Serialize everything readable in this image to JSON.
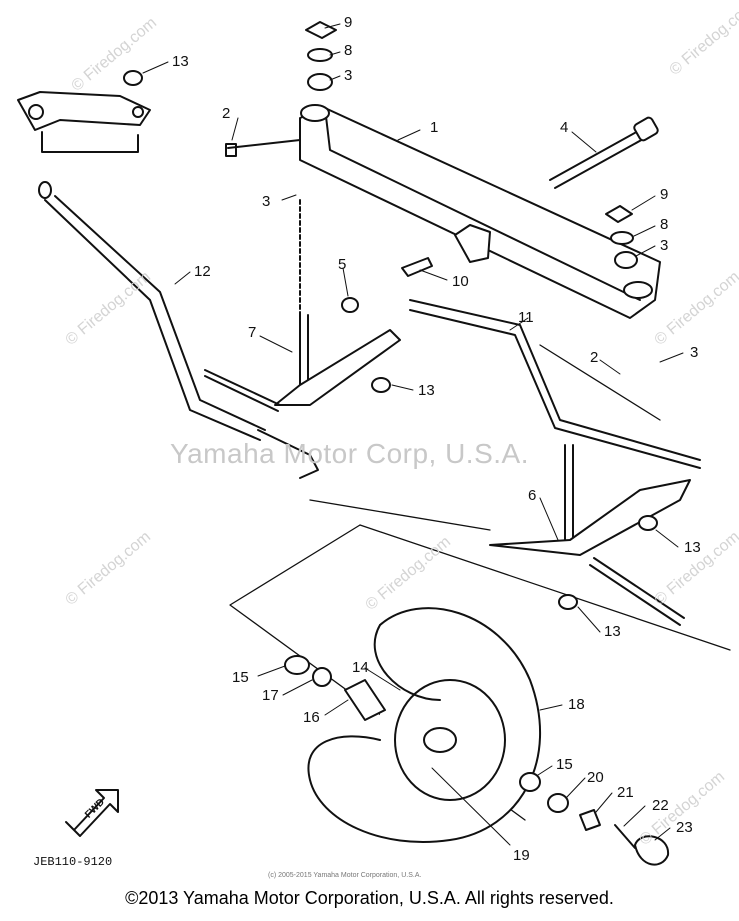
{
  "watermark": {
    "site": "© Firedog.com",
    "company": "Yamaha Motor Corp, U.S.A."
  },
  "part_code": "JEB110-9120",
  "find_label": "FWD",
  "fine_print": "(c) 2005-2015 Yamaha Motor Corporation, U.S.A.",
  "footer": {
    "copyright": "©2013 Yamaha Motor Corporation, U.S.A. All rights reserved."
  },
  "callouts": [
    "9",
    "8",
    "3",
    "13",
    "2",
    "1",
    "4",
    "9",
    "8",
    "3",
    "3",
    "5",
    "10",
    "12",
    "7",
    "11",
    "2",
    "3",
    "13",
    "6",
    "13",
    "13",
    "15",
    "17",
    "14",
    "16",
    "18",
    "15",
    "20",
    "21",
    "22",
    "23",
    "19"
  ]
}
